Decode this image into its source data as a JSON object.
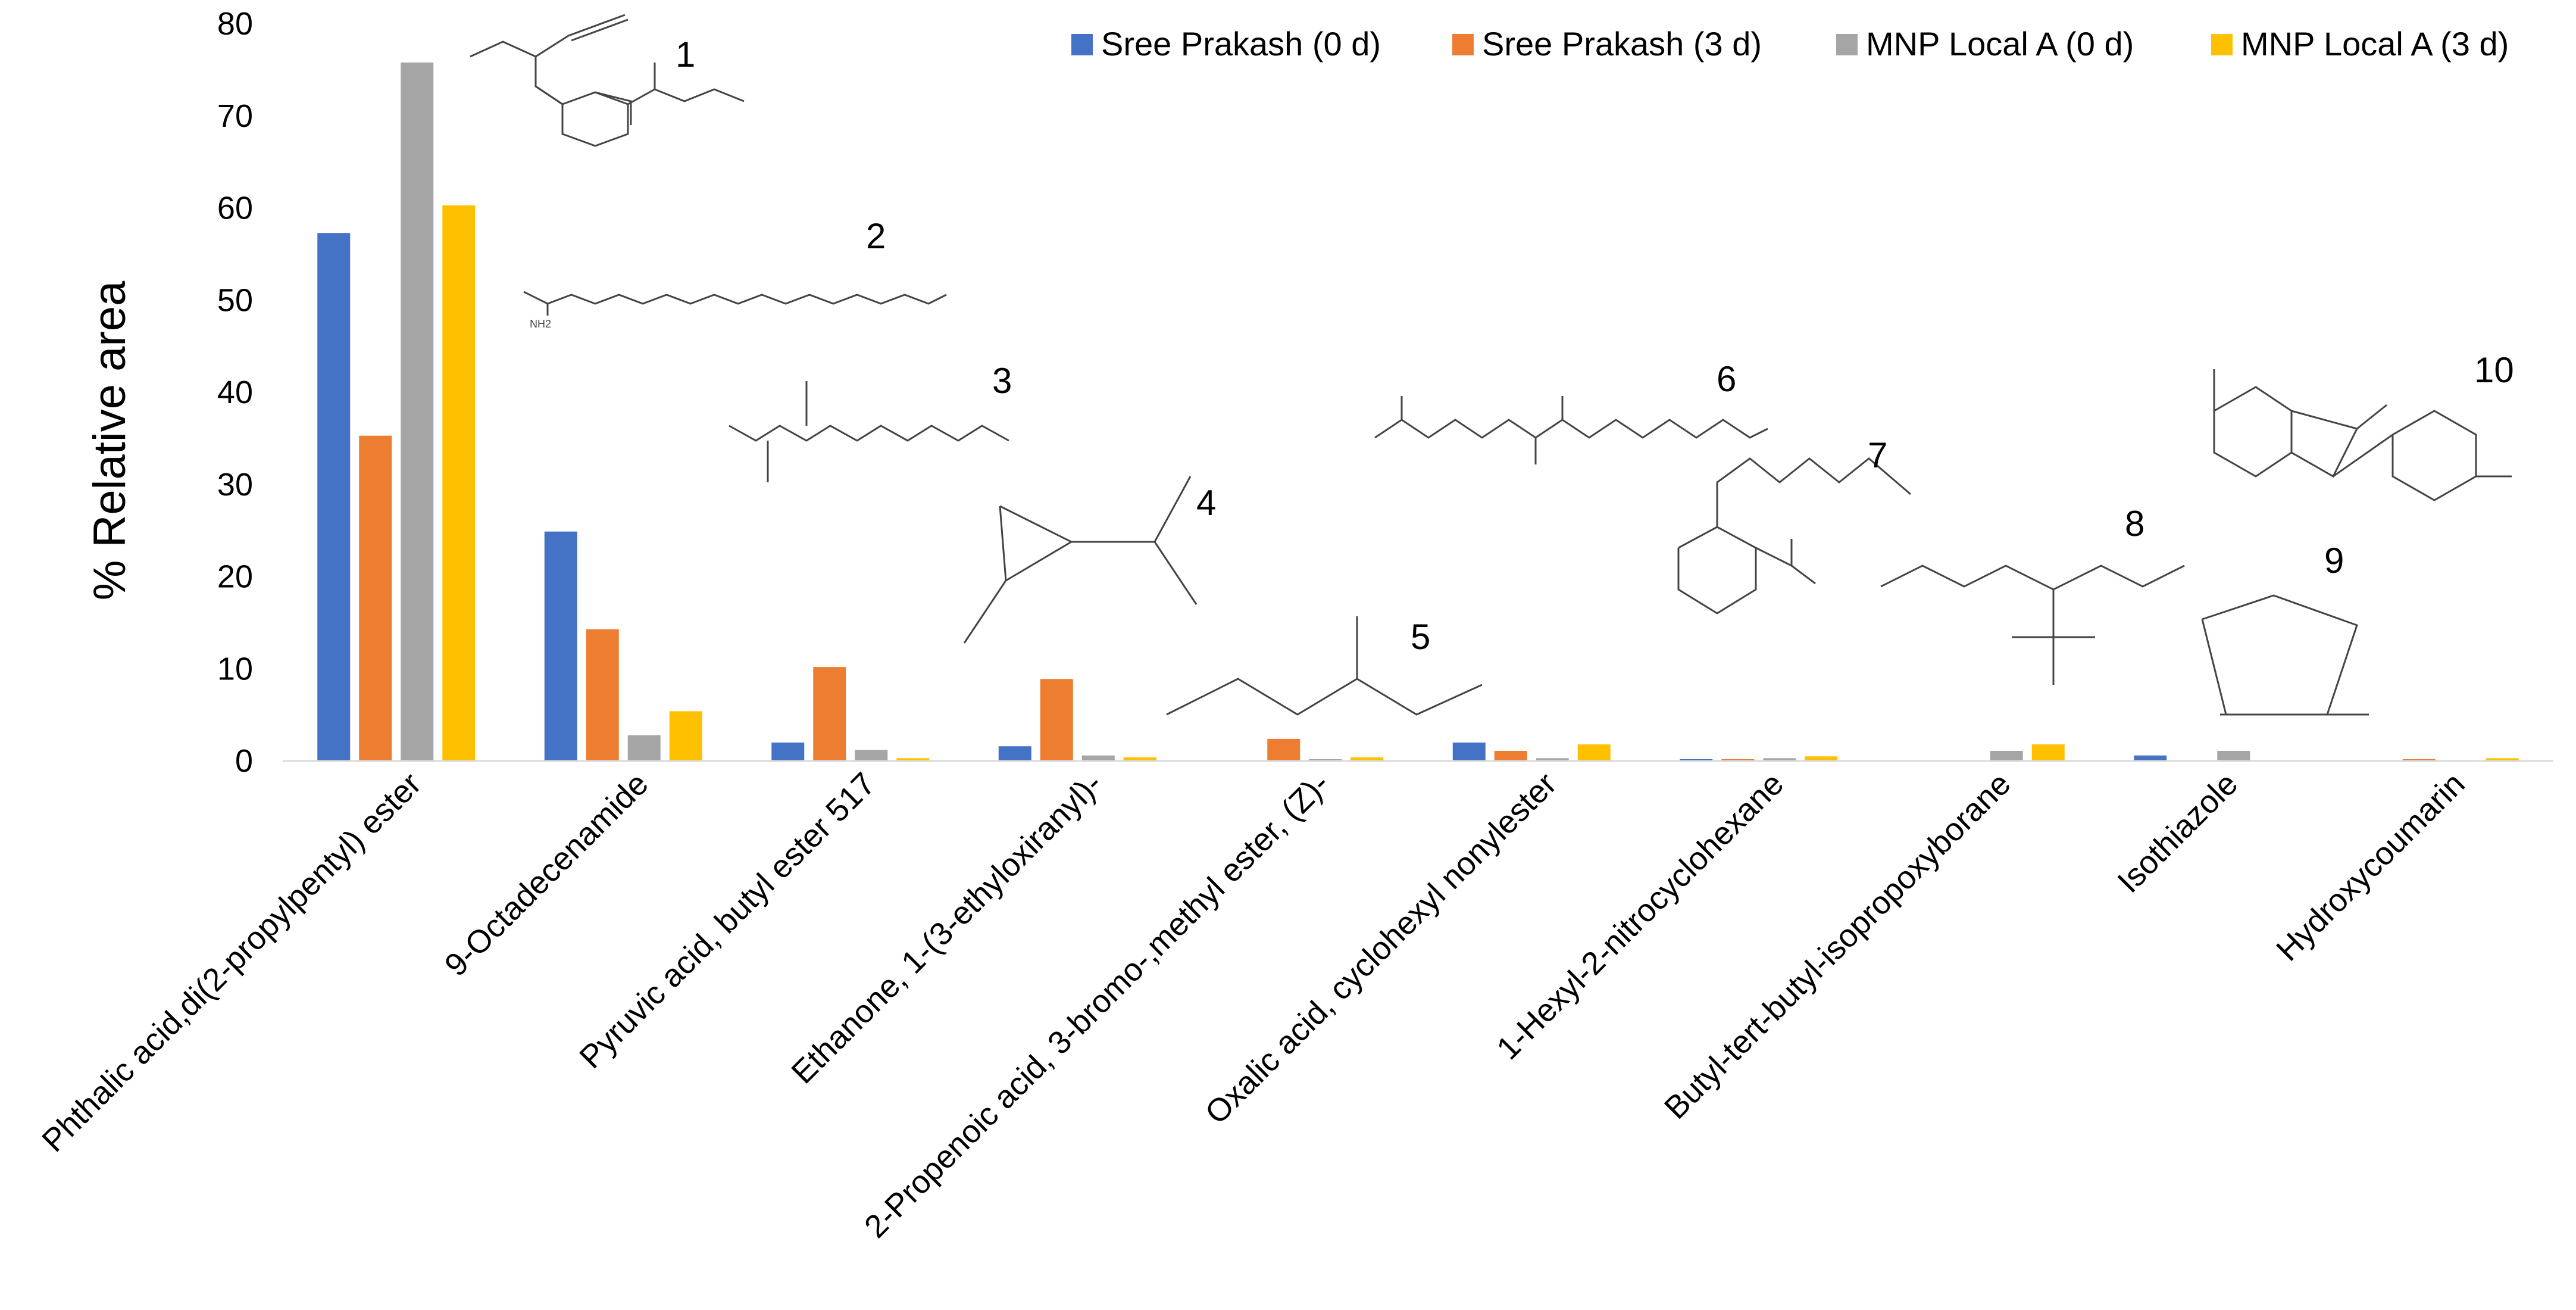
{
  "chart_data": {
    "type": "bar",
    "title": "",
    "xlabel": "",
    "ylabel": "% Relative area",
    "ylim": [
      0,
      80
    ],
    "yticks": [
      0,
      10,
      20,
      30,
      40,
      50,
      60,
      70,
      80
    ],
    "grid": false,
    "legend_position": "top-right",
    "categories": [
      "Phthalic acid,di(2-propylpentyl) ester",
      "9-Octadecenamide",
      "Pyruvic acid, butyl ester 517",
      "Ethanone, 1-(3-ethyloxiranyl)-",
      "2-Propenoic acid, 3-bromo-,methyl ester, (Z)-",
      "Oxalic acid, cyclohexyl nonylester",
      "1-Hexyl-2-nitrocyclohexane",
      "Butyl-tert-butyl-isopropoxyborane",
      "Isothiazole",
      "Hydroxycoumarin"
    ],
    "series": [
      {
        "name": "Sree Prakash (0 d)",
        "color": "#4472C4",
        "values": [
          57.3,
          24.9,
          2.0,
          1.6,
          0,
          2.0,
          0.2,
          0,
          0.6,
          0
        ]
      },
      {
        "name": "Sree Prakash (3 d)",
        "color": "#ED7D31",
        "values": [
          35.3,
          14.3,
          10.2,
          8.9,
          2.4,
          1.1,
          0.2,
          0,
          0,
          0.2
        ]
      },
      {
        "name": "MNP Local A (0 d)",
        "color": "#A5A5A5",
        "values": [
          75.8,
          2.8,
          1.2,
          0.6,
          0.2,
          0.3,
          0.3,
          1.1,
          1.1,
          0.1
        ]
      },
      {
        "name": "MNP Local A (3 d)",
        "color": "#FFC000",
        "values": [
          60.3,
          5.4,
          0.3,
          0.4,
          0.4,
          1.8,
          0.5,
          1.8,
          0,
          0.3
        ]
      }
    ],
    "structure_numbers": [
      "1",
      "2",
      "3",
      "4",
      "5",
      "6",
      "7",
      "8",
      "9",
      "10"
    ]
  }
}
